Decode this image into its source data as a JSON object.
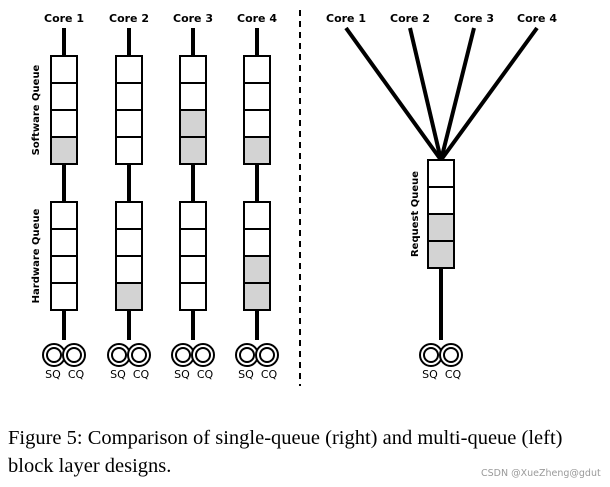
{
  "multi_queue": {
    "cores": [
      {
        "label": "Core 1",
        "software_filled": [
          false,
          false,
          false,
          true
        ],
        "hardware_filled": [
          false,
          false,
          false,
          false
        ]
      },
      {
        "label": "Core 2",
        "software_filled": [
          false,
          false,
          false,
          false
        ],
        "hardware_filled": [
          false,
          false,
          false,
          true
        ]
      },
      {
        "label": "Core 3",
        "software_filled": [
          false,
          false,
          true,
          true
        ],
        "hardware_filled": [
          false,
          false,
          false,
          false
        ]
      },
      {
        "label": "Core 4",
        "software_filled": [
          false,
          false,
          false,
          true
        ],
        "hardware_filled": [
          false,
          false,
          true,
          true
        ]
      }
    ],
    "software_queue_label": "Software Queue",
    "hardware_queue_label": "Hardware Queue"
  },
  "single_queue": {
    "cores": [
      "Core 1",
      "Core 2",
      "Core 3",
      "Core 4"
    ],
    "request_queue_label": "Request Queue",
    "request_filled": [
      false,
      false,
      true,
      true
    ]
  },
  "io_queues": {
    "submission": "SQ",
    "completion": "CQ"
  },
  "colors": {
    "filled_slot": "#d3d3d3",
    "line": "#000000"
  },
  "caption": "Figure 5: Comparison of single-queue (right) and multi-queue (left) block layer designs.",
  "watermark": "CSDN @XueZheng@gdut"
}
